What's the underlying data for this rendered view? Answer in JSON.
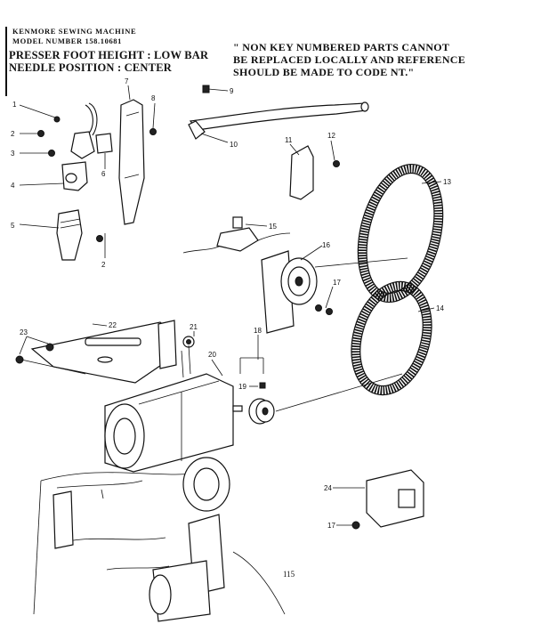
{
  "header": {
    "brand": "KENMORE SEWING MACHINE",
    "model": "MODEL NUMBER 158.10681",
    "presser": "PRESSER FOOT HEIGHT : LOW BAR",
    "needle": "NEEDLE POSITION : CENTER"
  },
  "note": {
    "line1": "\" NON KEY NUMBERED PARTS CANNOT",
    "line2": "BE REPLACED LOCALLY AND REFERENCE",
    "line3": "SHOULD BE MADE TO CODE NT.\""
  },
  "page_number": "115",
  "callouts": {
    "c1": "1",
    "c2a": "2",
    "c2b": "2",
    "c3": "3",
    "c4": "4",
    "c5": "5",
    "c6": "6",
    "c7": "7",
    "c8": "8",
    "c9": "9",
    "c10": "10",
    "c11": "11",
    "c12": "12",
    "c13": "13",
    "c14": "14",
    "c15": "15",
    "c16": "16",
    "c17a": "17",
    "c17b": "17",
    "c18": "18",
    "c19": "19",
    "c20": "20",
    "c21": "21",
    "c22": "22",
    "c23": "23",
    "c24": "24"
  }
}
